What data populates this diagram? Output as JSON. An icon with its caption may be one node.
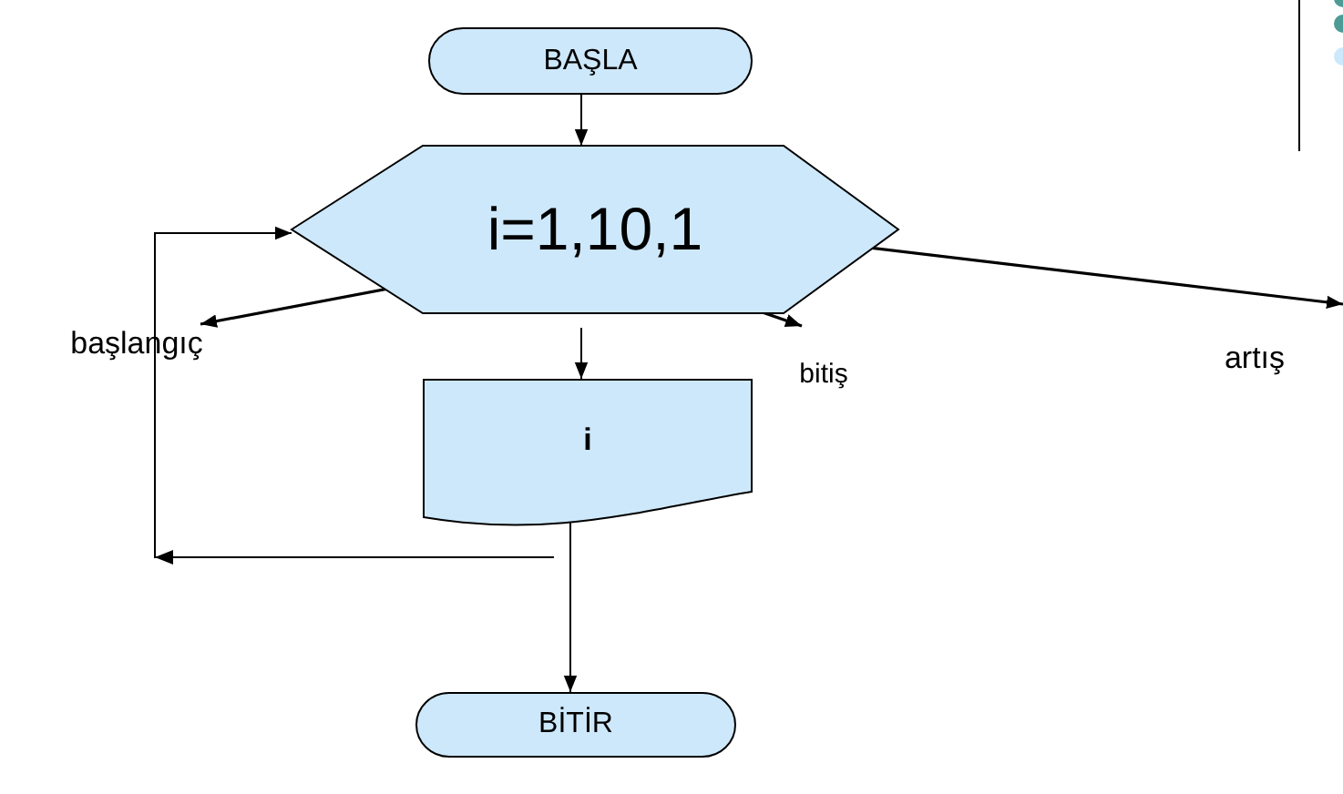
{
  "diagram": {
    "nodes": [
      {
        "text": [
          "BAŞLA"
        ]
      },
      {
        "text": [
          "i=1,10,1"
        ]
      },
      {
        "text": [
          "i"
        ]
      },
      {
        "text": [
          "BİTİR"
        ]
      },
      {
        "text": [
          "başlangıç"
        ]
      },
      {
        "text": [
          "bitiş"
        ]
      },
      {
        "text": [
          "artış"
        ]
      }
    ],
    "edges": [
      {
        "from": 0,
        "to": 1,
        "arrow": "to"
      },
      {
        "from": 1,
        "to": 2,
        "arrow": "to"
      },
      {
        "from": 2,
        "to": 3,
        "arrow": "to"
      },
      {
        "from": 2,
        "to": 1,
        "arrow": "to"
      },
      {
        "from": 1,
        "to": 4,
        "arrow": "to"
      },
      {
        "from": 1,
        "to": 5,
        "arrow": "to"
      },
      {
        "from": 1,
        "to": 6,
        "arrow": "to"
      }
    ]
  }
}
